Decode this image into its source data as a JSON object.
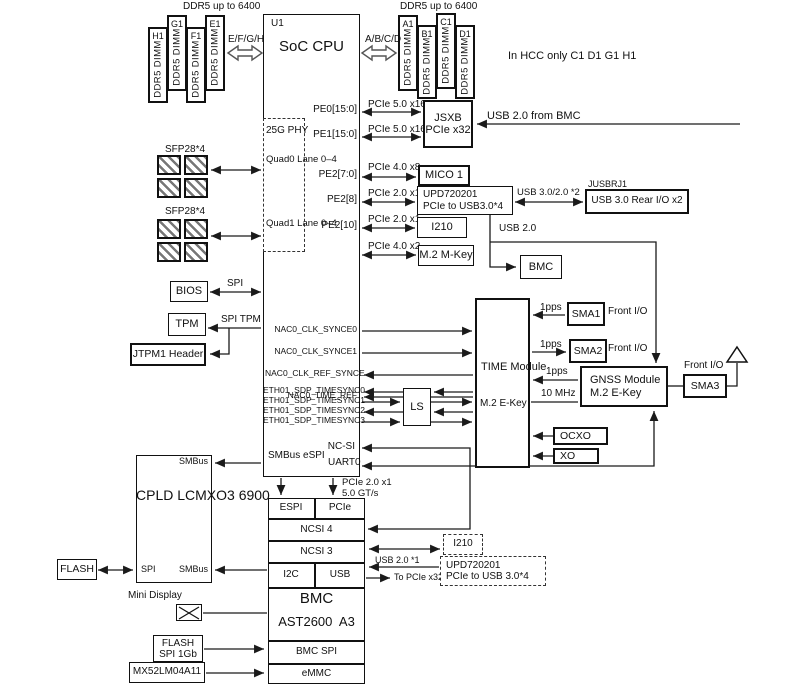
{
  "dimm_left": {
    "title": "DDR5 up to 6400",
    "bus": "E/F/G/H",
    "dimm": "DDR5 DIMM",
    "slots": [
      "H1",
      "G1",
      "F1",
      "E1"
    ]
  },
  "dimm_right": {
    "title": "DDR5 up to 6400",
    "bus": "A/B/C/D",
    "dimm": "DDR5 DIMM",
    "slots": [
      "A1",
      "B1",
      "C1",
      "D1"
    ]
  },
  "note_hcc": "In HCC only C1 D1 G1 H1",
  "soc": {
    "ref": "U1",
    "name": "SoC\nCPU",
    "phy": {
      "title": "25G PHY",
      "quad0": "Quad0\nLane 0–4",
      "quad1": "Quad1\nLane 0–4"
    },
    "ports": {
      "pe0": "PE0[15:0]",
      "pe1": "PE1[15:0]",
      "pe2_70": "PE2[7:0]",
      "pe2_8": "PE2[8]",
      "pe2_10": "PE2[10]",
      "nac0": [
        "NAC0_CLK_SYNCE0",
        "NAC0_CLK_SYNCE1",
        "NAC0_CLK_REF_SYNCE",
        "NAC0_TIME_REF"
      ],
      "eth": [
        "ETH01_SDP_TIMESYNC0",
        "ETH01_SDP_TIMESYNC1",
        "ETH01_SDP_TIMESYNC2",
        "ETH01_SDP_TIMESYNC3"
      ],
      "nc_si": "NC-SI",
      "smbus_espi": "SMBus\neSPI",
      "uart0": "UART0"
    }
  },
  "sfp_label": "SFP28*4",
  "links": {
    "pcie_5_0_x16": "PCIe 5.0 x16",
    "usb20_from_bmc": "USB 2.0 from BMC",
    "pcie_4_0_x8": "PCIe 4.0 x8",
    "pcie_2_0_x1": "PCIe 2.0 x1",
    "usb_30_20_2": "USB 3.0/2.0 *2",
    "pcie_4_0_x2": "PCIe 4.0 x2",
    "usb_2_0": "USB 2.0",
    "spi": "SPI",
    "spi_tpm": "SPI TPM",
    "pps": "1pps",
    "mhz_10": "10 MHz",
    "front_io": "Front I/O",
    "pcie_2_0_x1_5gt": "PCIe 2.0 x1\n5.0 GT/s",
    "usb_2_0_1": "USB 2.0 *1",
    "to_pcie_x32": "To PCIe x32",
    "smbus": "SMBus"
  },
  "blocks": {
    "jsxb": "JSXB\nPCIe x32",
    "mico": "MICO 1",
    "upd": "UPD720201\nPCIe to USB3.0*4",
    "i210": "I210",
    "m2_mkey": "M.2 M-Key",
    "bmc_small": "BMC",
    "jusbrj1": "JUSBRJ1",
    "rear_usb": "USB 3.0 Rear I/O x2",
    "bios": "BIOS",
    "tpm": "TPM",
    "jtpm": "JTPM1 Header",
    "ls": "LS",
    "time_name": "TIME\nModule",
    "time_key": "M.2 E-Key",
    "sma1": "SMA1",
    "sma2": "SMA2",
    "sma3": "SMA3",
    "gnss": "GNSS Module\nM.2 E-Key",
    "ocxo": "OCXO",
    "xo": "XO",
    "cpld": "CPLD\nLCMXO3\n6900",
    "flash": "FLASH",
    "mini_display": "Mini Display",
    "flash_spi": "FLASH\nSPI 1Gb",
    "mx_flash": "MX52LM04A11",
    "i210_dashed": "I210",
    "upd_dashed": "UPD720201\nPCIe to USB 3.0*4"
  },
  "cpld_ports": {
    "smbus_top": "SMBus",
    "spi": "SPI",
    "smbus_bottom": "SMBus"
  },
  "bmc": {
    "espi": "ESPI",
    "pcie": "PCIe",
    "ncsi4": "NCSI 4",
    "ncsi3": "NCSI 3",
    "i2c": "I2C",
    "usb": "USB",
    "name": "BMC",
    "chip": "AST2600  A3",
    "bmc_spi": "BMC SPI",
    "emmc": "eMMC"
  }
}
